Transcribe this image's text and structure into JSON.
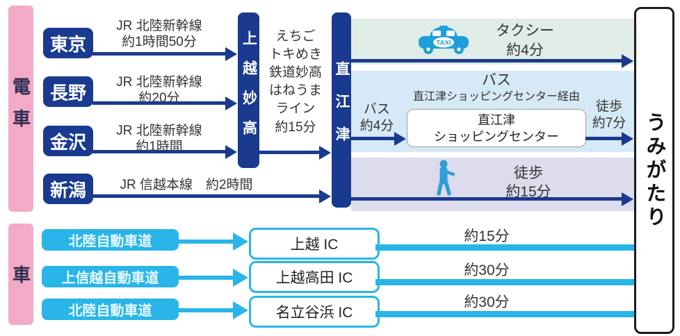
{
  "colors": {
    "navy": "#1a3a8f",
    "cyan": "#29b5e8",
    "pink": "#f4aac7",
    "taxi_band": "#e0ece6",
    "bus_band": "#d6e9f6",
    "walk_band": "#dcdcec",
    "icon_blue": "#1f9fd8"
  },
  "train_section": {
    "label": "電車",
    "routes": [
      {
        "station": "東京",
        "line1": "JR 北陸新幹線",
        "line2": "約1時間50分"
      },
      {
        "station": "長野",
        "line1": "JR 北陸新幹線",
        "line2": "約20分"
      },
      {
        "station": "金沢",
        "line1": "JR 北陸新幹線",
        "line2": "約1時間"
      },
      {
        "station": "新潟",
        "line1": "JR 信越本線　約2時間",
        "line2": ""
      }
    ],
    "hub1": "上越妙高",
    "local_line": {
      "name_lines": [
        "えちご",
        "トキめき",
        "鉄道妙高",
        "はねうま",
        "ライン"
      ],
      "duration": "約15分"
    },
    "hub2": "直江津"
  },
  "last_mile": {
    "taxi": {
      "label": "タクシー",
      "duration": "約4分",
      "badge": "TAXI"
    },
    "bus": {
      "title": "バス",
      "via": "直江津ショッピングセンター経由",
      "left_label": "バス",
      "left_duration": "約4分",
      "stop_line1": "直江津",
      "stop_line2": "ショッピングセンター",
      "right_label": "徒歩",
      "right_duration": "約7分"
    },
    "walk": {
      "label": "徒歩",
      "duration": "約15分"
    }
  },
  "car_section": {
    "label": "車",
    "routes": [
      {
        "road": "北陸自動車道",
        "ic": "上越 IC",
        "duration": "約15分"
      },
      {
        "road": "上信越自動車道",
        "ic": "上越高田 IC",
        "duration": "約30分"
      },
      {
        "road": "北陸自動車道",
        "ic": "名立谷浜 IC",
        "duration": "約30分"
      }
    ]
  },
  "destination": "うみがたり"
}
